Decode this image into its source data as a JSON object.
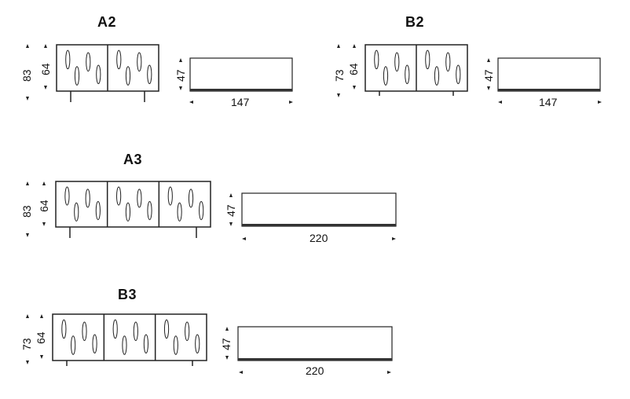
{
  "units": [
    {
      "id": "A2",
      "title": "A2",
      "total_height": "83",
      "body_height": "64",
      "depth": "47",
      "width": "147",
      "modules": 2,
      "has_legs": true
    },
    {
      "id": "B2",
      "title": "B2",
      "total_height": "73",
      "body_height": "64",
      "depth": "47",
      "width": "147",
      "modules": 2,
      "has_legs": true
    },
    {
      "id": "A3",
      "title": "A3",
      "total_height": "83",
      "body_height": "64",
      "depth": "47",
      "width": "220",
      "modules": 3,
      "has_legs": true
    },
    {
      "id": "B3",
      "title": "B3",
      "total_height": "73",
      "body_height": "64",
      "depth": "47",
      "width": "220",
      "modules": 3,
      "has_legs": true
    }
  ],
  "colors": {
    "line": "#222222",
    "fill": "#ffffff",
    "base": "#333333"
  }
}
